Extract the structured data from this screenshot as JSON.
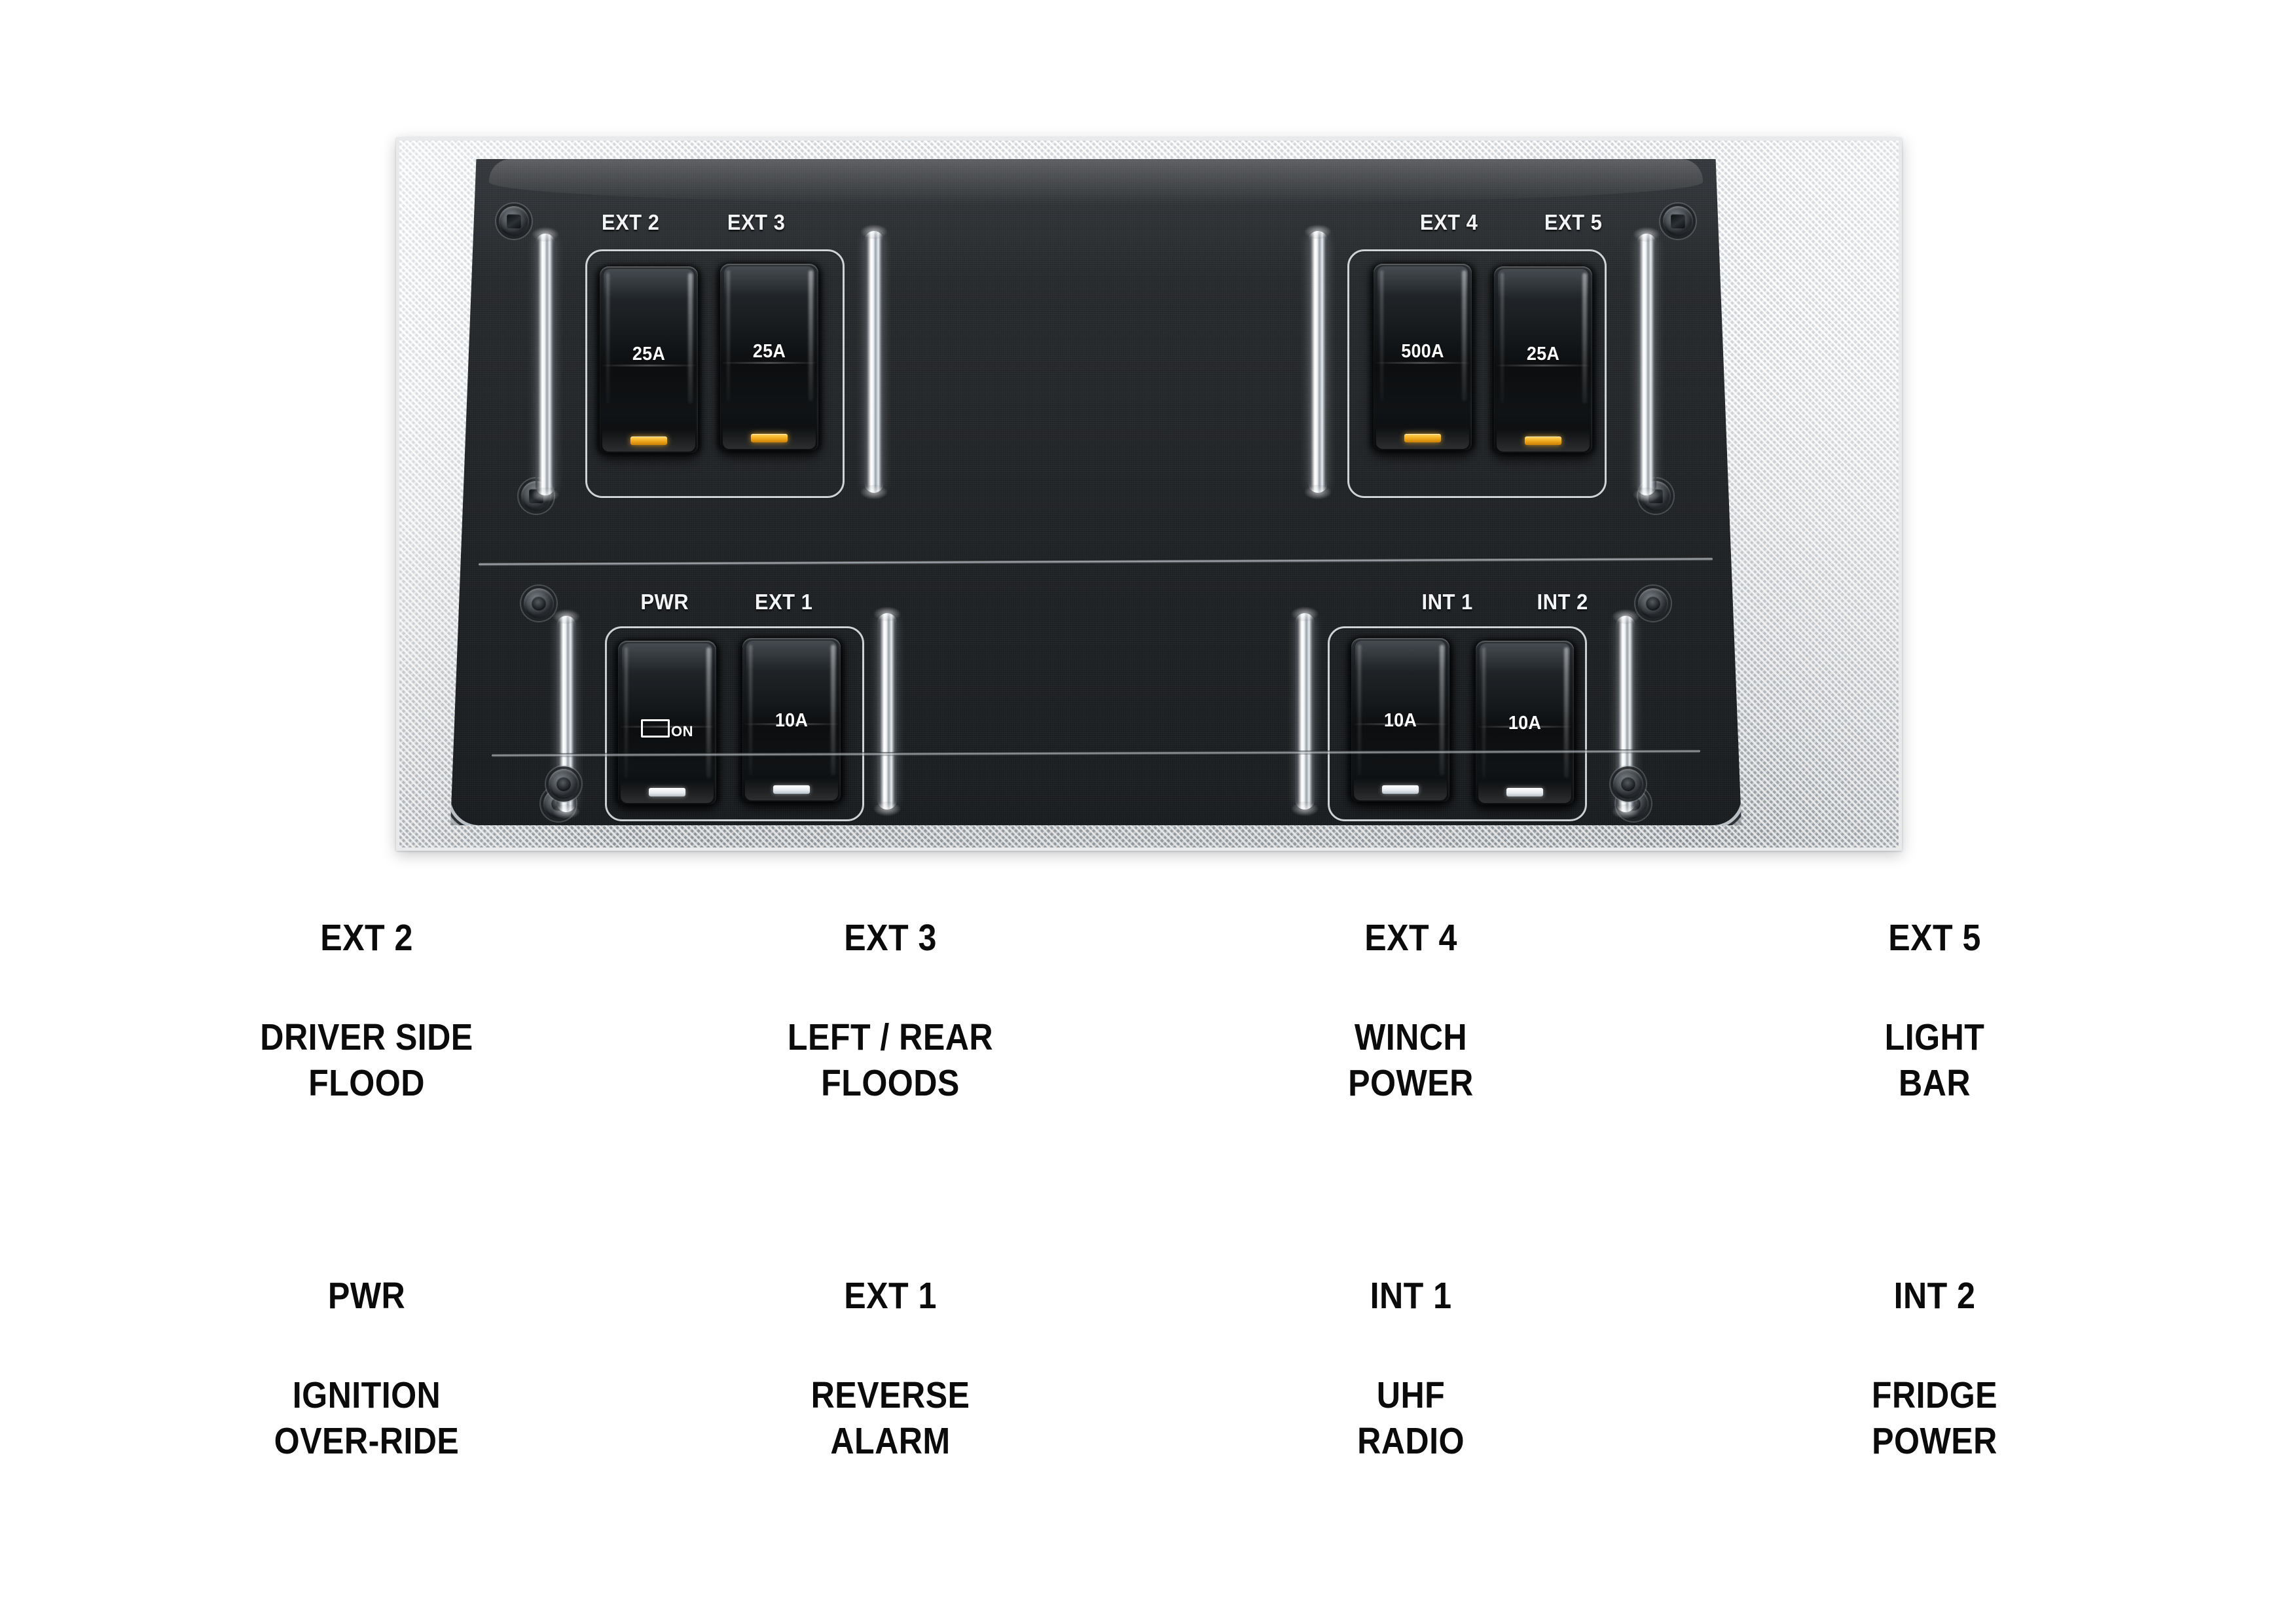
{
  "panel": {
    "groups": [
      {
        "id": "ext2",
        "caption": "EXT 2",
        "rating": "25A",
        "row": "top",
        "indicator_color": "#f0a81c"
      },
      {
        "id": "ext3",
        "caption": "EXT 3",
        "rating": "25A",
        "row": "top",
        "indicator_color": "#f0a81c"
      },
      {
        "id": "ext4",
        "caption": "EXT 4",
        "rating": "500A",
        "row": "top",
        "indicator_color": "#f0a81c"
      },
      {
        "id": "ext5",
        "caption": "EXT 5",
        "rating": "25A",
        "row": "top",
        "indicator_color": "#f0a81c"
      },
      {
        "id": "pwr",
        "caption": "PWR",
        "rating": "ON",
        "row": "bottom",
        "indicator_color": "#ffffff",
        "icon": "battery-on-icon"
      },
      {
        "id": "ext1",
        "caption": "EXT 1",
        "rating": "10A",
        "row": "bottom",
        "indicator_color": "#ffffff"
      },
      {
        "id": "int1",
        "caption": "INT 1",
        "rating": "10A",
        "row": "bottom",
        "indicator_color": "#ffffff"
      },
      {
        "id": "int2",
        "caption": "INT 2",
        "rating": "10A",
        "row": "bottom",
        "indicator_color": "#ffffff"
      }
    ]
  },
  "legend": {
    "top_row": [
      {
        "title": "EXT 2",
        "line1": "DRIVER SIDE",
        "line2": "FLOOD"
      },
      {
        "title": "EXT 3",
        "line1": "LEFT / REAR",
        "line2": "FLOODS"
      },
      {
        "title": "EXT 4",
        "line1": "WINCH",
        "line2": "POWER"
      },
      {
        "title": "EXT 5",
        "line1": "LIGHT",
        "line2": "BAR"
      }
    ],
    "bottom_row": [
      {
        "title": "PWR",
        "line1": "IGNITION",
        "line2": "OVER-RIDE"
      },
      {
        "title": "EXT 1",
        "line1": "REVERSE",
        "line2": "ALARM"
      },
      {
        "title": "INT 1",
        "line1": "UHF",
        "line2": "RADIO"
      },
      {
        "title": "INT 2",
        "line1": "FRIDGE",
        "line2": "POWER"
      }
    ]
  },
  "colors": {
    "indicator_amber": "#f0a81c",
    "indicator_white": "#ffffff",
    "panel_black": "#1e2124",
    "bezel_silver": "#b8bbbe",
    "legend_text": "#0b0b0b"
  }
}
